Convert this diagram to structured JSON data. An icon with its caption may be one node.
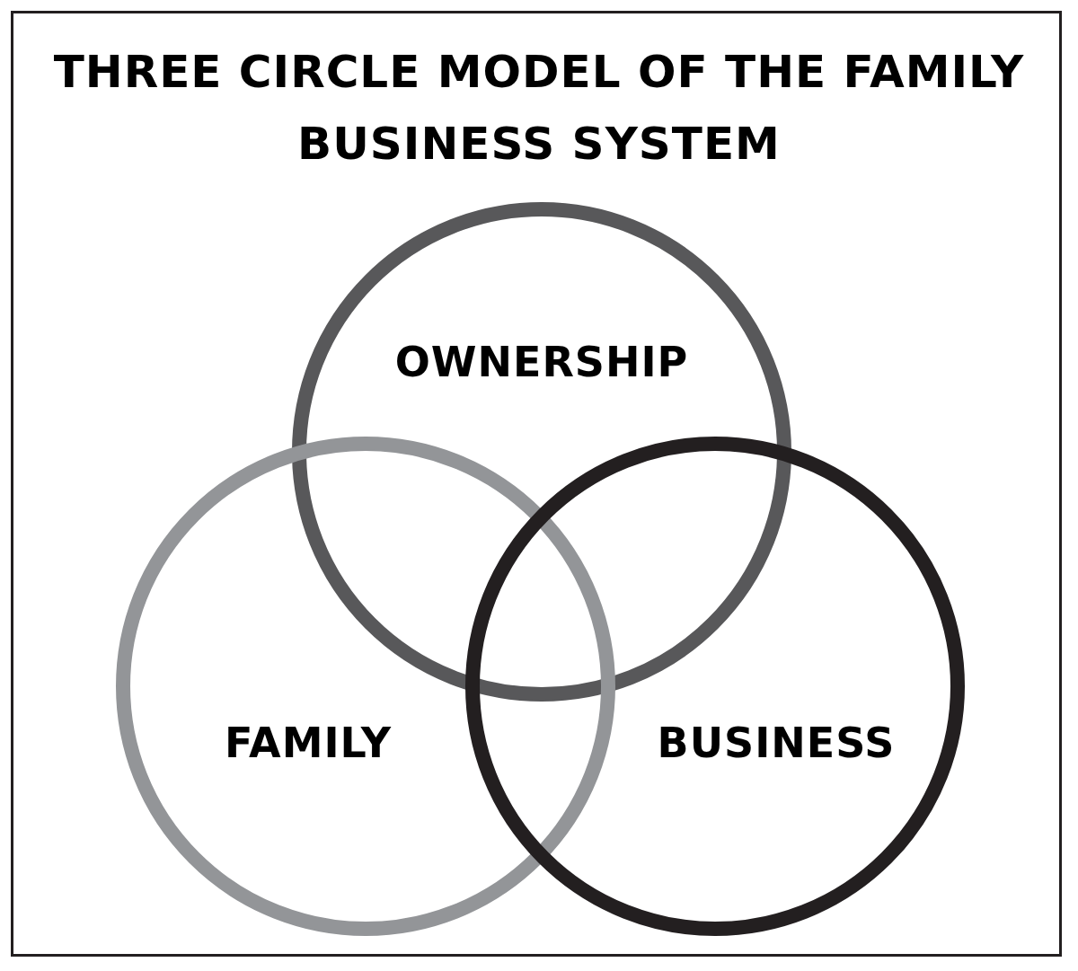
{
  "diagram": {
    "title": "THREE CIRCLE MODEL OF THE FAMILY BUSINESS SYSTEM",
    "nodes": [
      {
        "text": [
          "OWNERSHIP"
        ]
      },
      {
        "text": [
          "FAMILY"
        ]
      },
      {
        "text": [
          "BUSINESS"
        ]
      }
    ]
  }
}
